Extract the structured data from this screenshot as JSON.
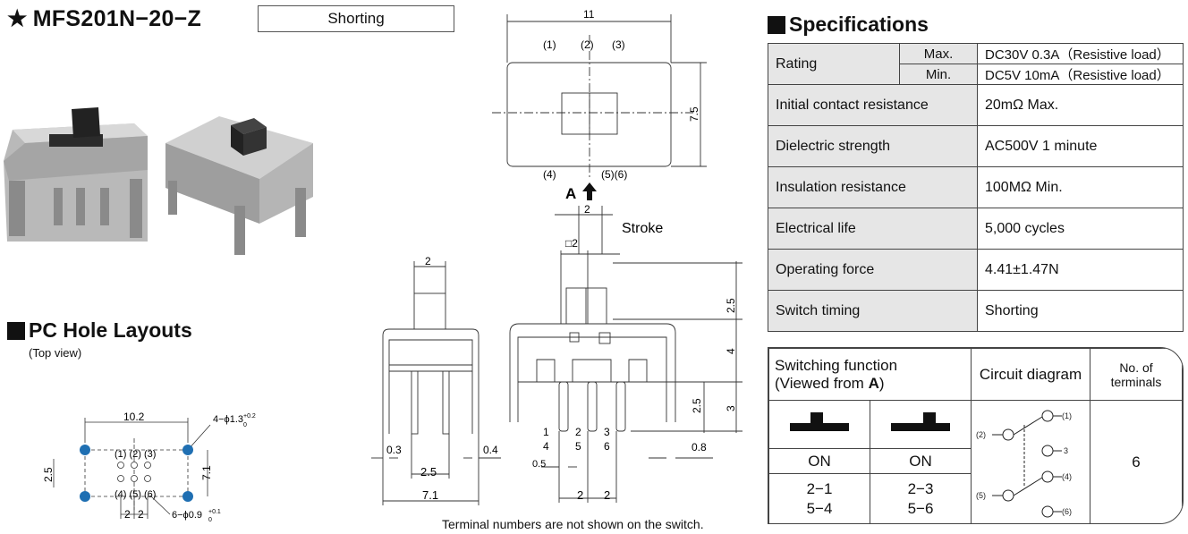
{
  "header": {
    "star": "★",
    "part_number": "MFS201N−20−Z",
    "type": "Shorting"
  },
  "pc_hole": {
    "title": "PC Hole Layouts",
    "subtitle": "(Top view)",
    "labels": {
      "width": "10.2",
      "height": "2.5",
      "right": "7.1",
      "hole_big": "4−ϕ1.3",
      "hole_big_tol": "+0.2",
      "hole_big_tol2": "0",
      "hole_small": "6−ϕ0.9",
      "hole_small_tol": "+0.1",
      "hole_small_tol2": "0",
      "top_terms": "(1) (2) (3)",
      "bot_terms": "(4) (5) (6)",
      "pitch1": "2",
      "pitch2": "2"
    }
  },
  "top_view": {
    "width": "11",
    "height": "7.5",
    "t1": "(1)",
    "t2": "(2)",
    "t3": "(3)",
    "t4": "(4)",
    "t56": "(5)(6)",
    "arrow": "A"
  },
  "front_view": {
    "knob": "2",
    "d1": "0.3",
    "d2": "0.4",
    "d3": "2.5",
    "d4": "7.1"
  },
  "side_view": {
    "stroke_val": "2",
    "stroke": "Stroke",
    "knob": "□2",
    "h1": "2.5",
    "h2": "4",
    "h3": "2.5",
    "h4": "3",
    "pin1": "1",
    "pin2": "2",
    "pin3": "3",
    "pin4": "4",
    "pin5": "5",
    "pin6": "6",
    "w05": "0.5",
    "w08": "0.8",
    "p1": "2",
    "p2": "2"
  },
  "note": "Terminal numbers are not shown on the switch.",
  "specs": {
    "title": "Specifications",
    "rating": {
      "label": "Rating",
      "max_label": "Max.",
      "max_value": "DC30V 0.3A（Resistive load）",
      "min_label": "Min.",
      "min_value": "DC5V 10mA（Resistive load）"
    },
    "rows": [
      {
        "label": "Initial contact resistance",
        "value": "20mΩ Max."
      },
      {
        "label": "Dielectric strength",
        "value": "AC500V 1 minute"
      },
      {
        "label": "Insulation resistance",
        "value": "100MΩ Min."
      },
      {
        "label": "Electrical life",
        "value": "5,000 cycles"
      },
      {
        "label": "Operating force",
        "value": "4.41±1.47N"
      },
      {
        "label": "Switch timing",
        "value": "Shorting"
      }
    ]
  },
  "switching": {
    "header_line1": "Switching function",
    "header_line2": "(Viewed from ",
    "header_bold": "A",
    "header_end": ")",
    "circuit": "Circuit diagram",
    "terminals_line1": "No. of",
    "terminals_line2": "terminals",
    "pos1": {
      "state": "ON",
      "c1": "2−1",
      "c2": "5−4"
    },
    "pos2": {
      "state": "ON",
      "c1": "2−3",
      "c2": "5−6"
    },
    "terminals": "6",
    "circuit_labels": {
      "t1": "(1)",
      "t2": "(2)",
      "t3": "3",
      "t4": "(4)",
      "t5": "(5)",
      "t6": "(6)"
    }
  }
}
